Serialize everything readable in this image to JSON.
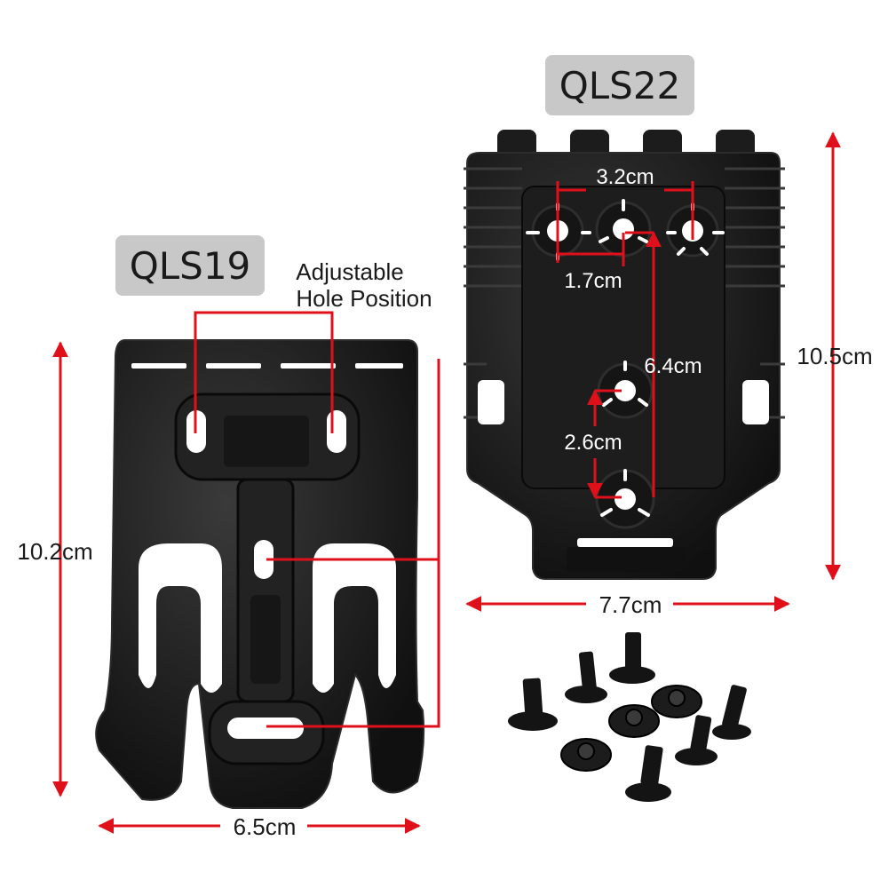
{
  "products": {
    "left": {
      "model": "QLS19",
      "note": "Adjustable Hole Position",
      "height": "10.2cm",
      "width": "6.5cm"
    },
    "right": {
      "model": "QLS22",
      "height": "10.5cm",
      "width": "7.7cm",
      "top_hole_spacing": "3.2cm",
      "top_hole_offset": "1.7cm",
      "vertical_spacing": "6.4cm",
      "lower_hole_spacing": "2.6cm"
    }
  },
  "note_lines": [
    "Adjustable",
    "Hole Position"
  ],
  "colors": {
    "background": "#ffffff",
    "plate": "#1a1a1a",
    "plate_edge": "#2c2c2c",
    "dimension": "#e0101a",
    "label_box": "#c8c8c8",
    "text": "#1a1a1a"
  },
  "hardware": {
    "screws": 6,
    "t_nuts": 3
  }
}
